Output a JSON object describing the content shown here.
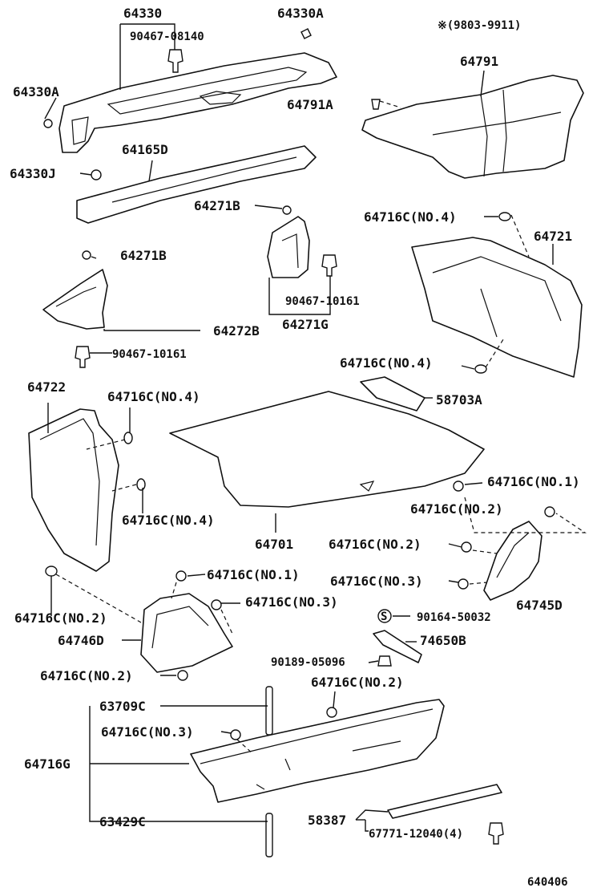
{
  "diagram": {
    "header_note": "※(9803-9911)",
    "code": "640406"
  },
  "labels": {
    "l_64330": "64330",
    "l_64330A_top": "64330A",
    "l_90467_08140": "90467-08140",
    "l_64330A_left": "64330A",
    "l_64791": "64791",
    "l_64791A": "64791A",
    "l_64165D": "64165D",
    "l_64330J": "64330J",
    "l_64271B_mid": "64271B",
    "l_64716C_no4_a": "64716C(NO.4)",
    "l_64721": "64721",
    "l_64271B_left": "64271B",
    "l_90467_10161_mid": "90467-10161",
    "l_64271G": "64271G",
    "l_64272B": "64272B",
    "l_90467_10161_left": "90467-10161",
    "l_64716C_no4_b": "64716C(NO.4)",
    "l_64722": "64722",
    "l_64716C_no4_c": "64716C(NO.4)",
    "l_58703A": "58703A",
    "l_64716C_no1_a": "64716C(NO.1)",
    "l_64716C_no2_a": "64716C(NO.2)",
    "l_64716C_no4_d": "64716C(NO.4)",
    "l_64701": "64701",
    "l_64716C_no2_b": "64716C(NO.2)",
    "l_64716C_no1_b": "64716C(NO.1)",
    "l_64716C_no3_a": "64716C(NO.3)",
    "l_64745D": "64745D",
    "l_64716C_no2_c": "64716C(NO.2)",
    "l_64716C_no3_b": "64716C(NO.3)",
    "l_64746D": "64746D",
    "l_90164_50032": "90164-50032",
    "l_74650B": "74650B",
    "l_90189_05096": "90189-05096",
    "l_64716C_no2_d": "64716C(NO.2)",
    "l_64716C_no2_e": "64716C(NO.2)",
    "l_63709C": "63709C",
    "l_64716C_no3_c": "64716C(NO.3)",
    "l_64716G": "64716G",
    "l_58387": "58387",
    "l_67771_12040": "67771-12040(4)",
    "l_63429C": "63429C",
    "s_mark": "S"
  }
}
